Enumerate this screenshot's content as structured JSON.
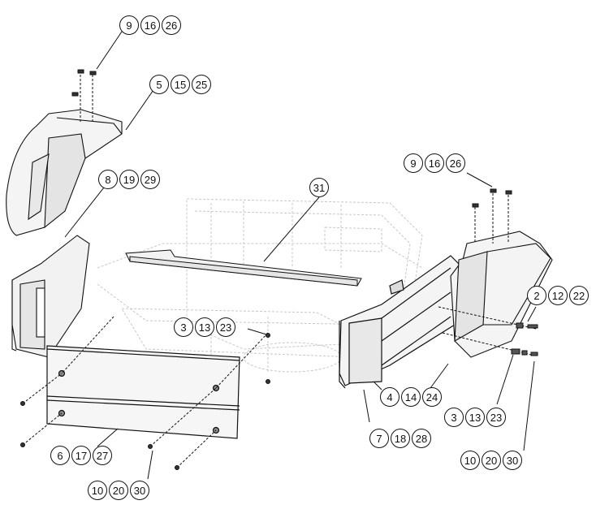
{
  "callouts": [
    {
      "id": "c1",
      "numbers": [
        "9",
        "16",
        "26"
      ]
    },
    {
      "id": "c2",
      "numbers": [
        "5",
        "15",
        "25"
      ]
    },
    {
      "id": "c3",
      "numbers": [
        "8",
        "19",
        "29"
      ]
    },
    {
      "id": "c4",
      "numbers": [
        "31"
      ]
    },
    {
      "id": "c5",
      "numbers": [
        "9",
        "16",
        "26"
      ]
    },
    {
      "id": "c6",
      "numbers": [
        "2",
        "12",
        "22"
      ]
    },
    {
      "id": "c7",
      "numbers": [
        "3",
        "13",
        "23"
      ]
    },
    {
      "id": "c8",
      "numbers": [
        "4",
        "14",
        "24"
      ]
    },
    {
      "id": "c9",
      "numbers": [
        "3",
        "13",
        "23"
      ]
    },
    {
      "id": "c10",
      "numbers": [
        "7",
        "18",
        "28"
      ]
    },
    {
      "id": "c11",
      "numbers": [
        "6",
        "17",
        "27"
      ]
    },
    {
      "id": "c12",
      "numbers": [
        "10",
        "20",
        "30"
      ]
    },
    {
      "id": "c13",
      "numbers": [
        "10",
        "20",
        "30"
      ]
    }
  ],
  "colors": {
    "line": "#111111",
    "ghost": "#c8c8c8",
    "part_fill": "#f2f2f2"
  }
}
